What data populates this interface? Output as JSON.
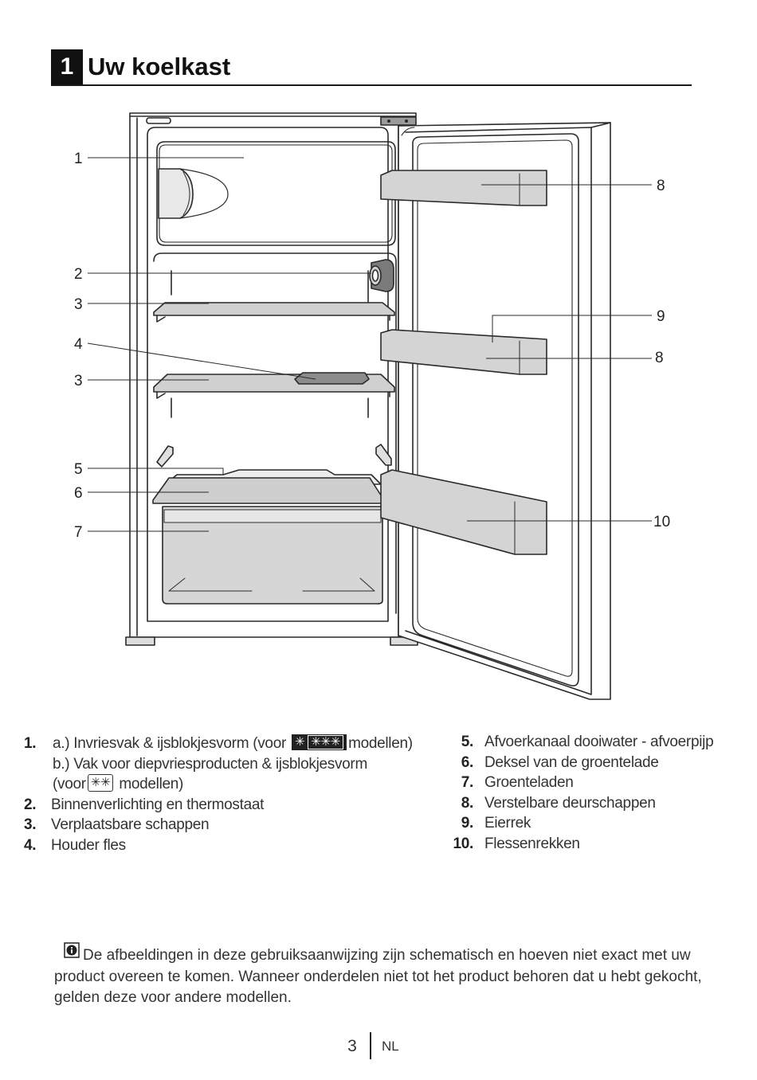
{
  "chapter": {
    "number": "1",
    "title": "Uw koelkast"
  },
  "callouts": {
    "c1": "1",
    "c2": "2",
    "c3a": "3",
    "c4": "4",
    "c3b": "3",
    "c5": "5",
    "c6": "6",
    "c7": "7",
    "c8a": "8",
    "c9": "9",
    "c8b": "8",
    "c10": "10"
  },
  "legend_left": [
    {
      "num": "1.",
      "lines": [
        {
          "pre": "a.) Invriesvak & ijsblokjesvorm (voor",
          "symbol": "dark",
          "sym_star": "✳",
          "sym_box": "✳✳✳",
          "post": "modellen)"
        },
        {
          "text": "b.) Vak voor diepvriesproducten & ijsblokjesvorm"
        },
        {
          "pre": "(voor",
          "symbol": "outline",
          "sym_text": "✳✳",
          "post": "modellen)"
        }
      ]
    },
    {
      "num": "2.",
      "text": "Binnenverlichting en thermostaat"
    },
    {
      "num": "3.",
      "text": "Verplaatsbare schappen"
    },
    {
      "num": "4.",
      "text": "Houder fles"
    }
  ],
  "legend_right": [
    {
      "num": "5.",
      "text": "Afvoerkanaal dooiwater - afvoerpijp"
    },
    {
      "num": "6.",
      "text": "Deksel van de groentelade"
    },
    {
      "num": "7.",
      "text": "Groenteladen"
    },
    {
      "num": "8.",
      "text": "Verstelbare deurschappen"
    },
    {
      "num": "9.",
      "text": "Eierrek"
    },
    {
      "num": "10.",
      "text": "Flessenrekken"
    }
  ],
  "note": {
    "icon": "info-icon",
    "text": "De afbeeldingen in deze gebruiksaanwijzing zijn schematisch en hoeven niet exact met uw product overeen te komen. Wanneer onderdelen niet tot het product behoren dat u hebt gekocht, gelden deze voor andere modellen."
  },
  "footer": {
    "page": "3",
    "lang": "NL"
  }
}
